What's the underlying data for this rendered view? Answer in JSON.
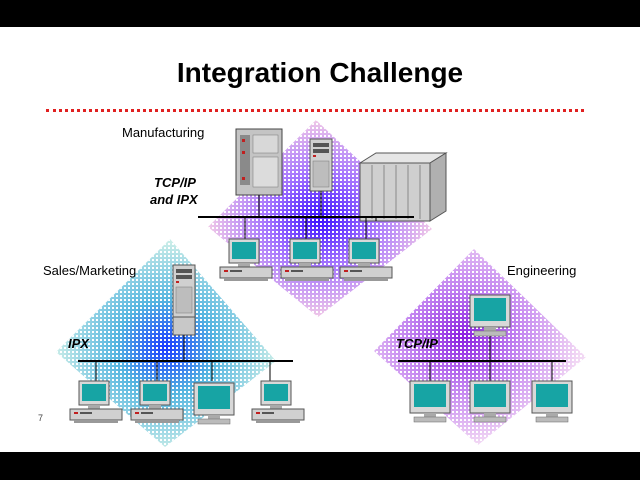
{
  "slide": {
    "title": "Integration Challenge",
    "page_number": "7"
  },
  "segments": {
    "manufacturing": {
      "label": "Manufacturing",
      "protocol_line1": "TCP/IP",
      "protocol_line2": "and IPX",
      "color": "#7a3cff"
    },
    "sales": {
      "label": "Sales/Marketing",
      "protocol": "IPX",
      "color": "#2f7fff"
    },
    "engineering": {
      "label": "Engineering",
      "protocol": "TCP/IP",
      "color": "#a040e0"
    }
  },
  "colors": {
    "rule": "#e02020",
    "screen": "#17a4a4",
    "cabinet": "#c8c8c8"
  }
}
